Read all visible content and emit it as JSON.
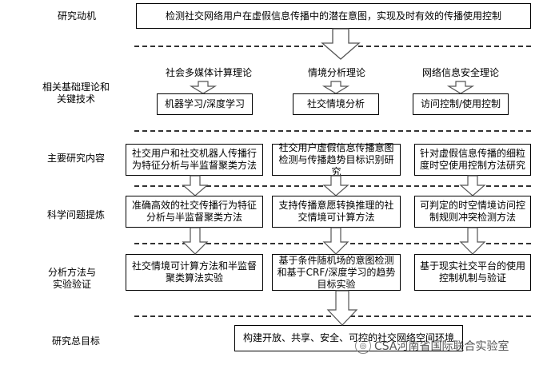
{
  "labels": {
    "motivation": "研究动机",
    "theory": "相关基础理论和关键技术",
    "content": "主要研究内容",
    "problem": "科学问题提炼",
    "method": "分析方法与实验验证",
    "goal": "研究总目标"
  },
  "motivation_box": "检测社交网络用户在虚假信息传播中的潜在意图，实现及时有效的传播使用控制",
  "theory": {
    "col1_top": "社会多媒体计算理论",
    "col1_bottom": "机器学习/深度学习",
    "col2_top": "情境分析理论",
    "col2_bottom": "社交情境分析",
    "col3_top": "网络信息安全理论",
    "col3_bottom": "访问控制/使用控制"
  },
  "content": {
    "col1": "社交用户和社交机器人传播行为特征分析与半监督聚类方法",
    "col2": "社交用户虚假信息传播意图检测与传播趋势目标识别研究",
    "col3": "针对虚假信息传播的细粒度时空使用控制方法研究"
  },
  "problem": {
    "col1": "准确高效的社交传播行为特征分析与半监督聚类方法",
    "col2": "支持传播意愿转换推理的社交情境可计算方法",
    "col3": "可判定的时空情境访问控制规则冲突检测方法"
  },
  "method": {
    "col1": "社交情境可计算方法和半监督聚类算法实验",
    "col2": "基于条件随机场的意图检测和基于CRF/深度学习的趋势目标实验",
    "col3": "基于现实社交平台的使用控制机制与验证"
  },
  "goal_box": "构建开放、共享、安全、可控的社交网络空间环境",
  "watermark": "CSA河南省国际联合实验室",
  "colors": {
    "border": "#000000",
    "arrow_fill": "#ffffff",
    "arrow_stroke": "#555555",
    "dash": "#333333"
  }
}
